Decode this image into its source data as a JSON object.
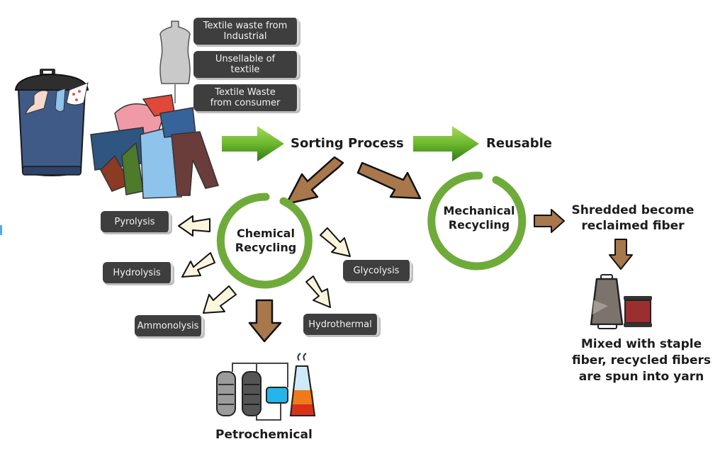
{
  "sources": {
    "industrial": "Textile waste from Industrial",
    "unsellable": "Unsellable of textile",
    "consumer": "Textile Waste from consumer"
  },
  "flow": {
    "sorting": "Sorting Process",
    "reusable": "Reusable"
  },
  "chemical": {
    "title_line1": "Chemical",
    "title_line2": "Recycling",
    "methods": [
      "Pyrolysis",
      "Hydrolysis",
      "Ammonolysis",
      "Glycolysis",
      "Hydrothermal"
    ],
    "output": "Petrochemical"
  },
  "mechanical": {
    "title_line1": "Mechanical",
    "title_line2": "Recycling",
    "step1_line1": "Shredded become",
    "step1_line2": "reclaimed fiber",
    "step2_line1": "Mixed with staple",
    "step2_line2": "fiber, recycled fibers",
    "step2_line3": "are spun into yarn"
  },
  "colors": {
    "green_ring": "#6fab3a",
    "green_arrow": "#6cb82d",
    "brown_arrow": "#a8774b",
    "cream_arrow": "#fbf6dc",
    "label_bg": "#3e3e3e"
  }
}
